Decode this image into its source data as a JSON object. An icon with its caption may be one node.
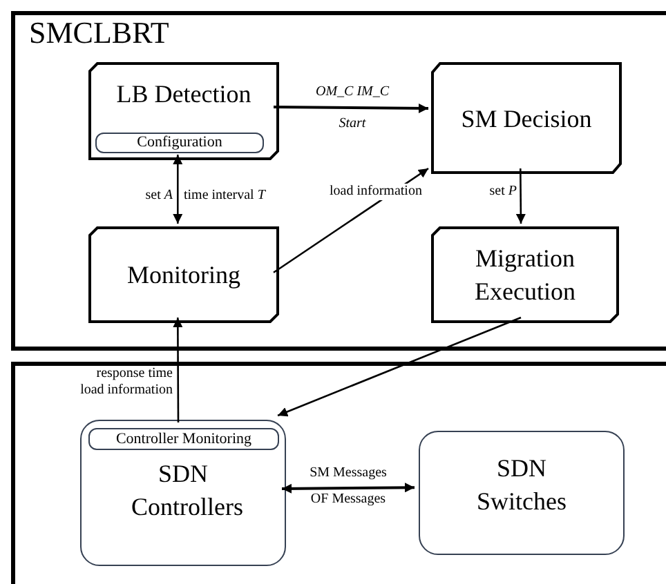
{
  "diagram": {
    "nodes": [
      {
        "text": [
          "SMCLBRT"
        ]
      },
      {
        "text": [
          "LB Detection"
        ],
        "in": 0
      },
      {
        "text": [
          "Configuration"
        ],
        "in": 1
      },
      {
        "text": [
          "SM Decision"
        ],
        "in": 0
      },
      {
        "text": [
          "Monitoring"
        ],
        "in": 0
      },
      {
        "text": [
          "Migration Execution"
        ],
        "in": 0
      },
      {
        "text": [],
        "shape": "box"
      },
      {
        "text": [
          "SDN Controllers"
        ],
        "in": 6
      },
      {
        "text": [
          "Controller Monitoring"
        ],
        "in": 7
      },
      {
        "text": [
          "SDN Switches"
        ],
        "in": 6
      }
    ],
    "edges": [
      {
        "from": 1,
        "to": 3,
        "arrow": "to",
        "label": "OM_C  IM_C"
      },
      {
        "from": 4,
        "to": 1,
        "arrow": "both",
        "label": "time interval *T*"
      },
      {
        "from": 4,
        "to": 3,
        "arrow": "to",
        "label": "load information"
      },
      {
        "from": 3,
        "to": 5,
        "arrow": "to",
        "label": "set *P*"
      },
      {
        "from": 8,
        "to": 4,
        "arrow": "to",
        "label": "response time load information"
      },
      {
        "from": 5,
        "to": 7,
        "arrow": "to"
      },
      {
        "from": 7,
        "to": 9,
        "arrow": "both",
        "label": "SM Messages"
      }
    ],
    "labels": [
      "Start",
      "set *A*",
      "OF Messages"
    ]
  }
}
